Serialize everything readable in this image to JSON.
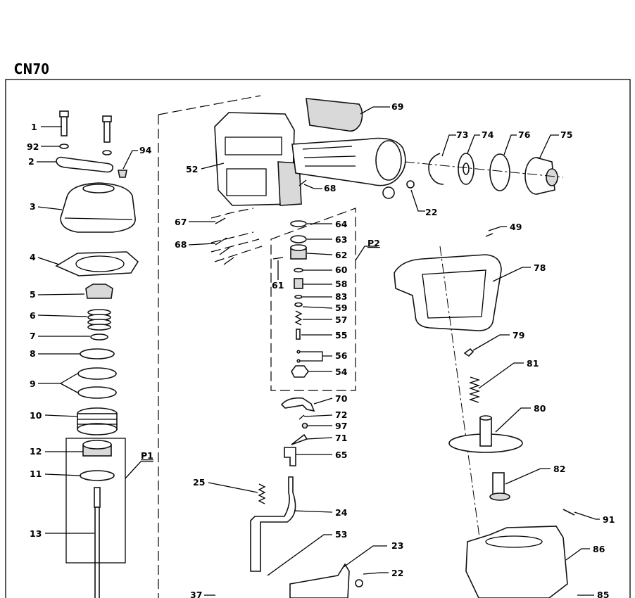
{
  "model": "CN70",
  "group_labels": {
    "p1": "P1",
    "p2": "P2"
  },
  "labels": {
    "1": "1",
    "92": "92",
    "2": "2",
    "94": "94",
    "3": "3",
    "4": "4",
    "5": "5",
    "6": "6",
    "7": "7",
    "8": "8",
    "9": "9",
    "10": "10",
    "12": "12",
    "11": "11",
    "13": "13",
    "69": "69",
    "52": "52",
    "68a": "68",
    "68b": "68",
    "67": "67",
    "73": "73",
    "74": "74",
    "76": "76",
    "75": "75",
    "22a": "22",
    "22b": "22",
    "64": "64",
    "63": "63",
    "62": "62",
    "60": "60",
    "61": "61",
    "58": "58",
    "83": "83",
    "59": "59",
    "57": "57",
    "55": "55",
    "56": "56",
    "54": "54",
    "70": "70",
    "72": "72",
    "97": "97",
    "71": "71",
    "65": "65",
    "25": "25",
    "24": "24",
    "53": "53",
    "23": "23",
    "49": "49",
    "78": "78",
    "79": "79",
    "81": "81",
    "80": "80",
    "82": "82",
    "91": "91",
    "86": "86",
    "37": "37",
    "85": "85"
  }
}
